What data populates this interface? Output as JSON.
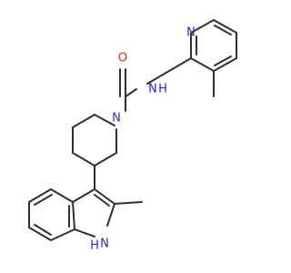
{
  "molecule": {
    "atom_labels": {
      "pyridine_n": "N",
      "amide_o": "O",
      "amide_nh": "N",
      "amide_h": "H",
      "piperidine_n": "N",
      "indole_h": "H",
      "indole_n": "N"
    },
    "colors": {
      "carbon_bond": "#303030",
      "nitrogen": "#2a2ac8",
      "oxygen": "#d42a2a",
      "background": "#ffffff"
    }
  }
}
